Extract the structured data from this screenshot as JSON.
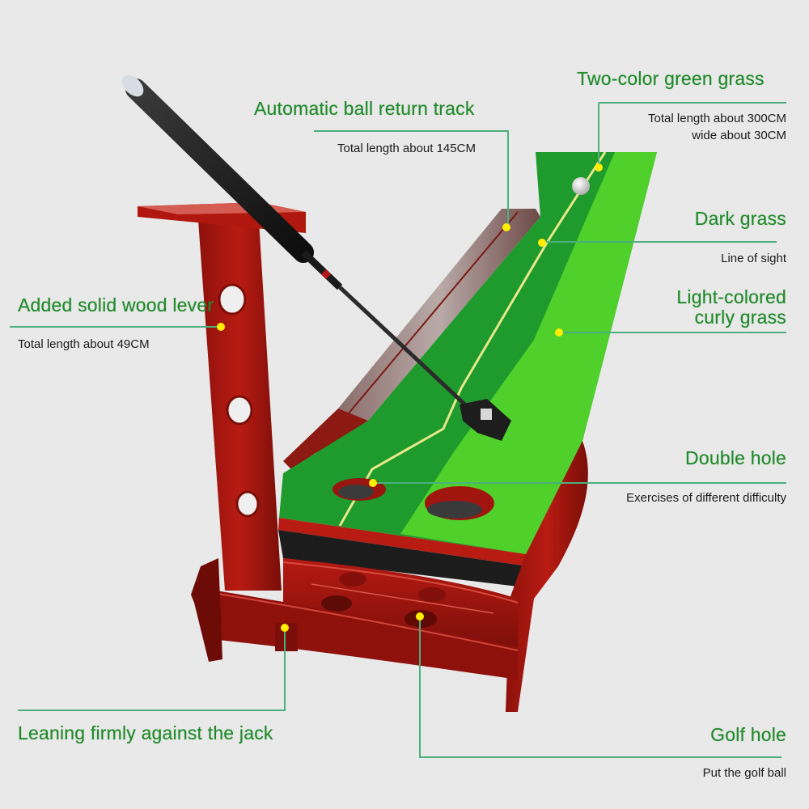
{
  "colors": {
    "background": "#e9e9e9",
    "title_green": "#1f8a2a",
    "leader_line": "#4caf7d",
    "dot_yellow": "#ffee00",
    "wood": "#a5150f",
    "wood_dark": "#6e0c08",
    "grass_dark": "#1f9a2c",
    "grass_light": "#4fd02a"
  },
  "callouts": {
    "two_color_grass": {
      "title": "Two-color green grass",
      "lines": [
        "Total length about 300CM",
        "wide about 30CM"
      ]
    },
    "ball_return": {
      "title": "Automatic ball return track",
      "lines": [
        "Total length about 145CM"
      ]
    },
    "dark_grass": {
      "title": "Dark grass",
      "lines": [
        "Line of sight"
      ]
    },
    "light_grass": {
      "title_lines": [
        "Light-colored",
        "curly grass"
      ]
    },
    "wood_lever": {
      "title": "Added solid wood lever",
      "lines": [
        "Total length about 49CM"
      ]
    },
    "double_hole": {
      "title": "Double hole",
      "lines": [
        "Exercises of different difficulty"
      ]
    },
    "jack": {
      "title": "Leaning firmly against the jack"
    },
    "golf_hole": {
      "title": "Golf hole",
      "lines": [
        "Put the golf ball"
      ]
    }
  }
}
